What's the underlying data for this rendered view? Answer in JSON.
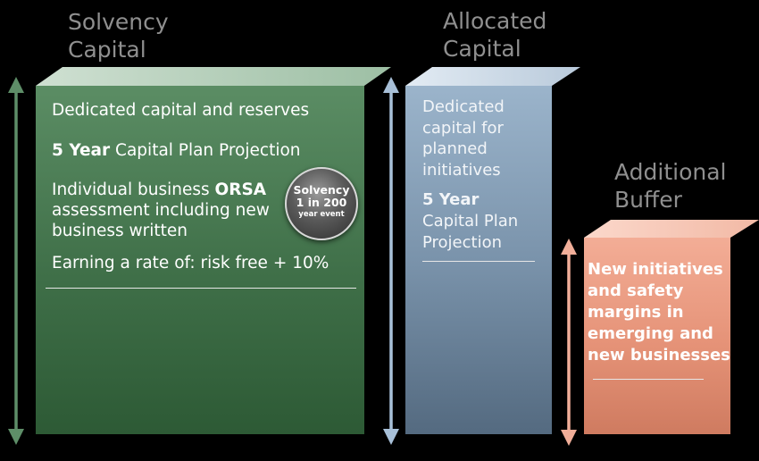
{
  "headings": {
    "solvency": [
      "Solvency",
      "Capital"
    ],
    "allocated": [
      "Allocated",
      "Capital"
    ],
    "buffer": [
      "Additional",
      "Buffer"
    ]
  },
  "solvency_box": {
    "line1": "Dedicated capital and reserves",
    "line2_bold": "5 Year",
    "line2_rest": " Capital Plan Projection",
    "line3_pre": "Individual business ",
    "line3_bold": "ORSA",
    "line3_post": " assessment including new business written",
    "line4": "Earning a rate of: risk free + 10%"
  },
  "badge": {
    "line1": "Solvency",
    "line2": "1 in 200",
    "line3": "year event"
  },
  "allocated_box": {
    "desc": [
      "Dedicated",
      "capital for",
      "planned",
      "initiatives"
    ],
    "plan_bold": "5 Year",
    "plan_rest": [
      "Capital Plan",
      "Projection"
    ]
  },
  "buffer_box": {
    "text": [
      "New initiatives",
      "and safety",
      "margins in",
      "emerging and",
      "new businesses"
    ]
  },
  "colors": {
    "solvency": "#4a7a53",
    "allocated": "#7a93ab",
    "buffer": "#e59277",
    "solvency_arrow": "#5e8e68",
    "allocated_arrow": "#a8c0d8",
    "buffer_arrow": "#f1ae99",
    "heading": "#8f8f8f"
  },
  "icons": {
    "solvency_arrow": "double-headed-vertical-arrow",
    "allocated_arrow": "double-headed-vertical-arrow",
    "buffer_arrow": "double-headed-vertical-arrow"
  }
}
